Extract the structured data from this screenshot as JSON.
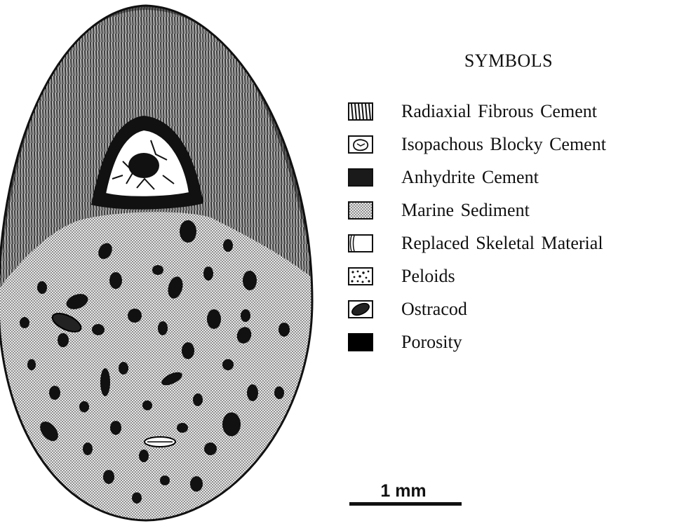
{
  "legend": {
    "title": "SYMBOLS",
    "items": [
      {
        "icon": "radiaxial-fibrous-cement-swatch",
        "label": "Radiaxial Fibrous Cement"
      },
      {
        "icon": "isopachous-blocky-cement-swatch",
        "label": "Isopachous Blocky Cement"
      },
      {
        "icon": "anhydrite-cement-swatch",
        "label": "Anhydrite Cement"
      },
      {
        "icon": "marine-sediment-swatch",
        "label": "Marine Sediment"
      },
      {
        "icon": "replaced-skeletal-material-swatch",
        "label": "Replaced Skeletal Material"
      },
      {
        "icon": "peloids-swatch",
        "label": "Peloids"
      },
      {
        "icon": "ostracod-swatch",
        "label": "Ostracod"
      },
      {
        "icon": "porosity-swatch",
        "label": "Porosity"
      }
    ]
  },
  "scale": {
    "label": "1 mm"
  }
}
